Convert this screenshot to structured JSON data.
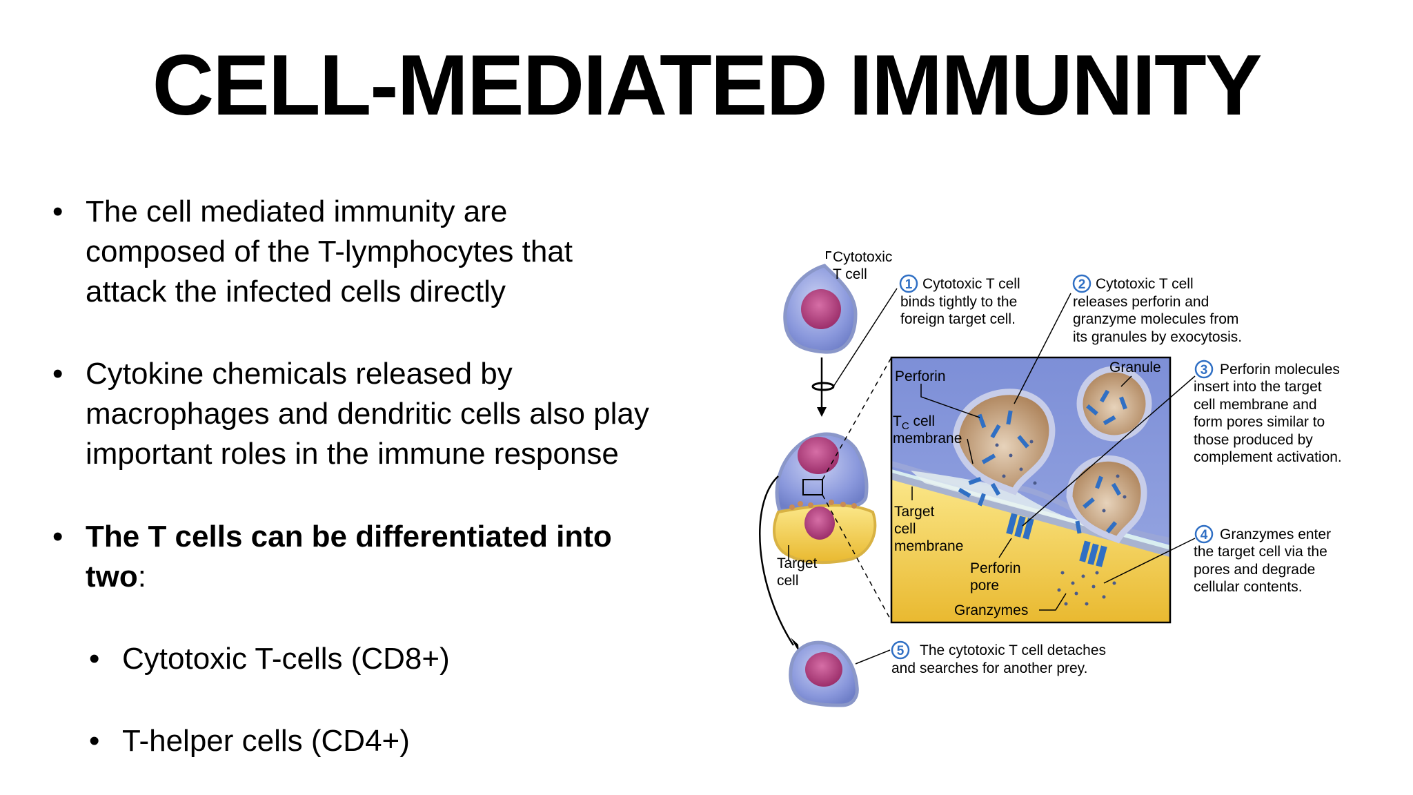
{
  "slide": {
    "title": "CELL-MEDIATED IMMUNITY",
    "bullets": [
      {
        "lines": [
          "The cell mediated immunity are",
          "composed of the T-lymphocytes that",
          "attack the infected cells directly"
        ]
      },
      {
        "lines": [
          "Cytokine chemicals released by",
          "macrophages and dendritic cells also play",
          "important roles in the immune response"
        ]
      },
      {
        "lines": [
          "The T cells can be differentiated into",
          "two"
        ],
        "suffix": ":"
      }
    ],
    "sub_bullets": [
      "Cytotoxic T-cells (CD8+)",
      "T-helper cells (CD4+)"
    ]
  },
  "figure": {
    "labels": {
      "cytotoxic": [
        "Cytotoxic",
        "T cell"
      ],
      "target": [
        "Target",
        "cell"
      ],
      "perforin": "Perforin",
      "granule": "Granule",
      "tc_membrane": [
        "T",
        "C",
        " cell",
        "membrane"
      ],
      "target_membrane": [
        "Target",
        "cell",
        "membrane"
      ],
      "perforin_pore": [
        "Perforin",
        "pore"
      ],
      "granzymes": "Granzymes"
    },
    "steps": [
      {
        "num": "1",
        "lines": [
          "Cytotoxic T cell",
          "binds tightly to the",
          "foreign target cell."
        ]
      },
      {
        "num": "2",
        "lines": [
          "Cytotoxic T cell",
          "releases perforin and",
          "granzyme molecules from",
          "its granules by exocytosis."
        ]
      },
      {
        "num": "3",
        "lines": [
          "Perforin molecules",
          "insert into the target",
          "cell membrane and",
          "form pores similar to",
          "those produced by",
          "complement activation."
        ]
      },
      {
        "num": "4",
        "lines": [
          "Granzymes enter",
          "the target cell via the",
          "pores and degrade",
          "cellular contents."
        ]
      },
      {
        "num": "5",
        "lines": [
          "The cytotoxic T cell detaches",
          "and searches for another prey."
        ]
      }
    ],
    "colors": {
      "tcell": "#7f8fd6",
      "nucleus": "#b0407e",
      "target": "#f2cf4e",
      "granule": "#b5895f",
      "molecule": "#2f6fc4",
      "step_circle": "#2f6fc4"
    }
  }
}
